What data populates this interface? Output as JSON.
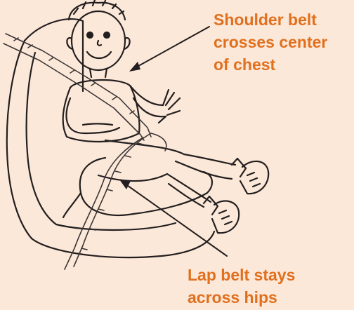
{
  "labels": {
    "shoulder_belt": [
      "Shoulder belt",
      "crosses center",
      "of chest"
    ],
    "lap_belt": [
      "Lap belt stays",
      "across hips"
    ]
  },
  "colors": {
    "background": "#fce8d8",
    "label_text": "#e0701f",
    "line_art": "#231f20",
    "belt": "#3a3536"
  },
  "icons": [
    "child-in-booster-seat-illustration",
    "arrow-icon"
  ]
}
